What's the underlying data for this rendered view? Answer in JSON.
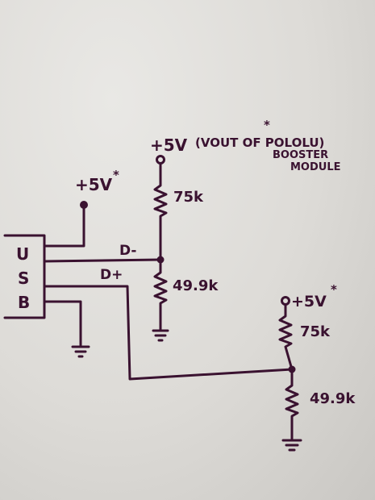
{
  "usb_letters": [
    "U",
    "S",
    "B"
  ],
  "top_supply": {
    "label": "+5V",
    "note_line1": "(VOUT OF POLOLU)",
    "note_star": "*",
    "note_line2": "BOOSTER",
    "note_line3": "MODULE"
  },
  "left_supply": {
    "label": "+5V",
    "star": "*"
  },
  "right_supply": {
    "label": "+5V",
    "star": "*"
  },
  "signals": {
    "dminus": "D-",
    "dplus": "D+"
  },
  "divider1": {
    "r_top": "75k",
    "r_bottom": "49.9k"
  },
  "divider2": {
    "r_top": "75k",
    "r_bottom": "49.9k"
  },
  "colors": {
    "ink": "#3a1230",
    "paper": "#dddbd7"
  }
}
